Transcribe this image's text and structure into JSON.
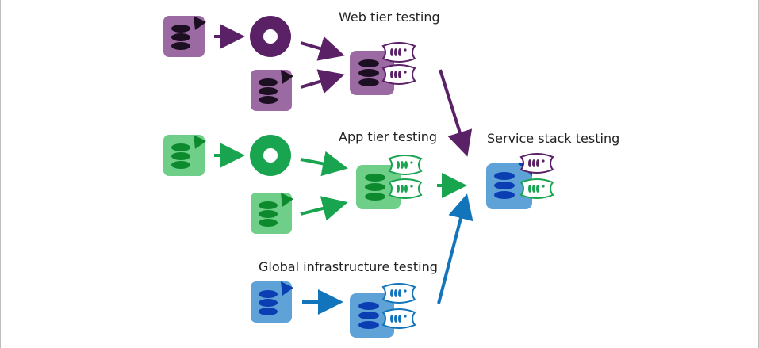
{
  "labels": {
    "web_tier": "Web tier testing",
    "app_tier": "App tier testing",
    "service_stack": "Service stack testing",
    "global_infra": "Global infrastructure testing"
  },
  "colors": {
    "web_dark": "#5a2166",
    "web_fill": "#9c6aa3",
    "web_ellipse": "#1c0f22",
    "app_dark": "#19a550",
    "app_fill": "#6fcf88",
    "app_ellipse": "#0d8a2e",
    "infra_dark": "#0a3fb0",
    "infra_fill": "#5fa2d8",
    "infra_ellipse": "#0b3db3",
    "arrow_web": "#5a2166",
    "arrow_app": "#19a550",
    "arrow_infra": "#1274bb"
  },
  "icons": {
    "container_image": "container-image-icon",
    "ring": "ring-icon",
    "deployed_stack": "deployed-stack-icon"
  }
}
